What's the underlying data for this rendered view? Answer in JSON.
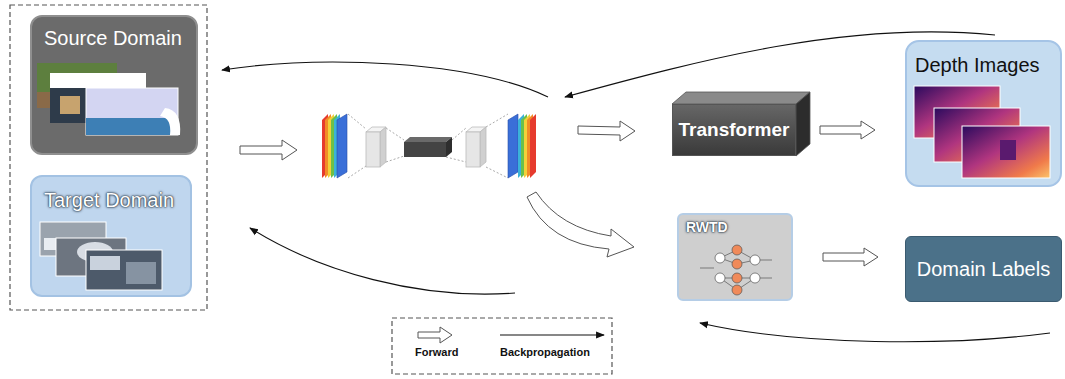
{
  "diagram": {
    "nodes": [
      {
        "text": [
          "Source Domain"
        ]
      },
      {
        "text": [
          "Target Domain"
        ]
      },
      {
        "text": [
          "Transformer"
        ]
      },
      {
        "text": [
          "Depth Images"
        ]
      },
      {
        "text": [
          "RWTD"
        ]
      },
      {
        "text": [
          "Domain Labels"
        ]
      }
    ],
    "edges": [
      {
        "from": 2,
        "to": 3,
        "arrow": "to"
      },
      {
        "from": 4,
        "to": 5,
        "arrow": "to"
      }
    ],
    "legend": [
      {
        "text": "Forward"
      },
      {
        "text": "Backpropagation"
      }
    ]
  }
}
